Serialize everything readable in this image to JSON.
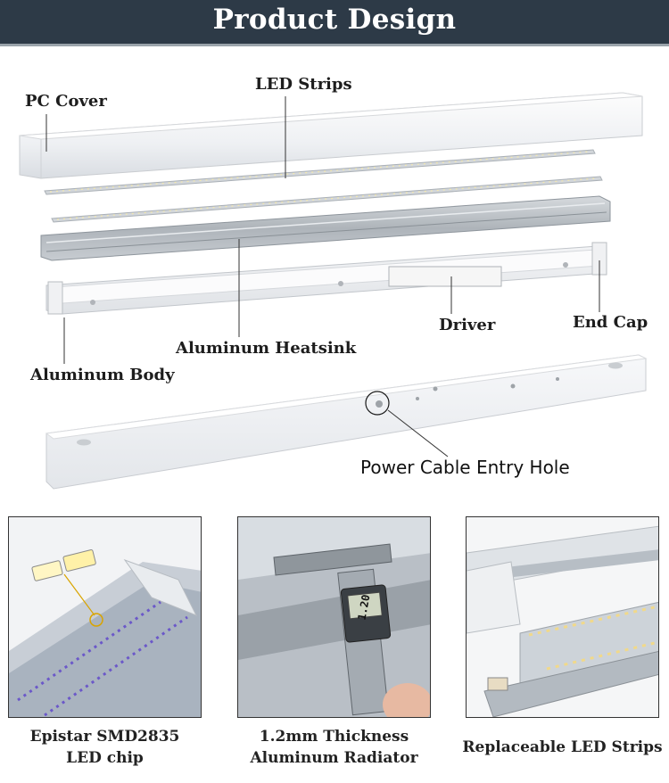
{
  "banner": {
    "title": "Product Design"
  },
  "callouts": {
    "pc_cover": "PC Cover",
    "led_strips": "LED Strips",
    "driver": "Driver",
    "end_cap": "End Cap",
    "aluminum_heatsink": "Aluminum Heatsink",
    "aluminum_body": "Aluminum Body",
    "power_cable_entry_hole": "Power Cable Entry Hole"
  },
  "caliper_readout": "1.20",
  "features": [
    {
      "caption_line1": "Epistar SMD2835",
      "caption_line2": "LED chip"
    },
    {
      "caption_line1": "1.2mm Thickness",
      "caption_line2": "Aluminum Radiator"
    },
    {
      "caption_line1": "Replaceable LED Strips",
      "caption_line2": ""
    }
  ]
}
